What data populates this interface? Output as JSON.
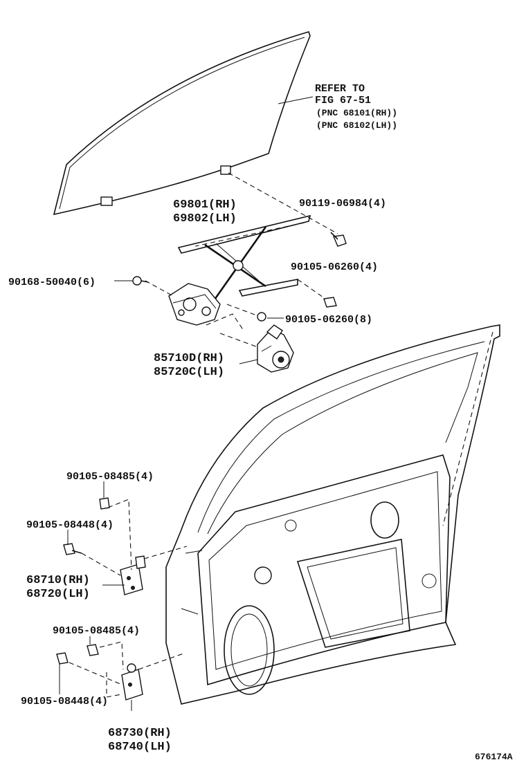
{
  "figure_id": "676174A",
  "labels": {
    "refer": [
      "REFER TO",
      "FIG 67-51",
      "(PNC 68101(RH))",
      "(PNC 68102(LH))"
    ],
    "regulator": [
      "69801(RH)",
      "69802(LH)"
    ],
    "bolt_90119": "90119-06984(4)",
    "bolt_90105_06260_4": "90105-06260(4)",
    "bolt_90168": "90168-50040(6)",
    "bolt_90105_06260_8": "90105-06260(8)",
    "motor": [
      "85710D(RH)",
      "85720C(LH)"
    ],
    "upper_hinge_bolt_a": "90105-08485(4)",
    "upper_hinge_bolt_b": "90105-08448(4)",
    "upper_hinge": [
      "68710(RH)",
      "68720(LH)"
    ],
    "lower_hinge_bolt_a": "90105-08485(4)",
    "lower_hinge_bolt_b": "90105-08448(4)",
    "lower_hinge": [
      "68730(RH)",
      "68740(LH)"
    ]
  }
}
